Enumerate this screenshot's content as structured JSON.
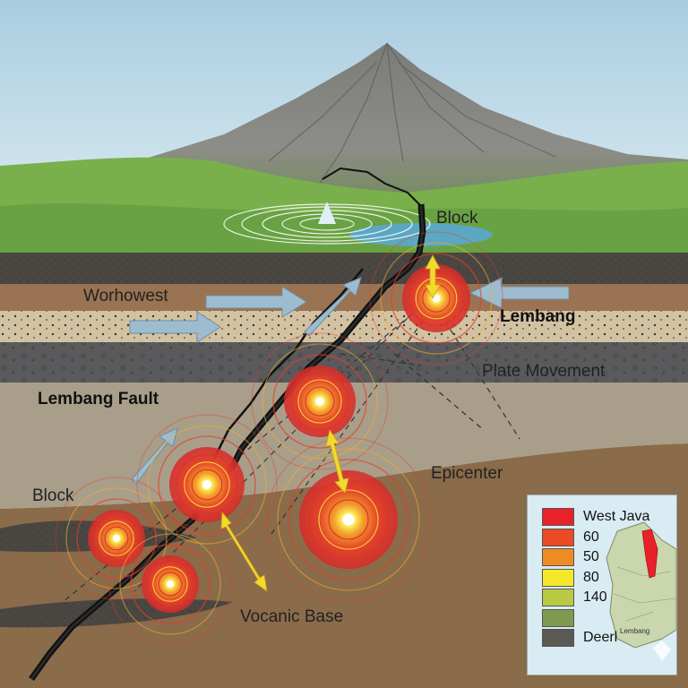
{
  "labels": {
    "block_top": "Block",
    "worhowest": "Worhowest",
    "lembang": "Lembang",
    "plate_movement": "Plate Movement",
    "lembang_fault": "Lembang Fault",
    "epicenter": "Epicenter",
    "block_left": "Block",
    "volcanic_base": "Vocanic Base"
  },
  "legend": {
    "items": [
      {
        "label": "West Java",
        "color": "#e8212a"
      },
      {
        "label": "60",
        "color": "#ea4a25"
      },
      {
        "label": "50",
        "color": "#ef8a25"
      },
      {
        "label": "80",
        "color": "#f5e72a"
      },
      {
        "label": "140",
        "color": "#b8c944"
      },
      {
        "label": "",
        "color": "#7f9a4e"
      },
      {
        "label": "Deerl",
        "color": "#5a5a52"
      }
    ],
    "map_label": "Lembang"
  },
  "colors": {
    "sky": "#b9d7e6",
    "mountain": "#8a8a86",
    "grass": "#6faa45",
    "fault": "#111111",
    "arrow_blue": "#9dbcd0",
    "arrow_yellow": "#f3d92b"
  }
}
